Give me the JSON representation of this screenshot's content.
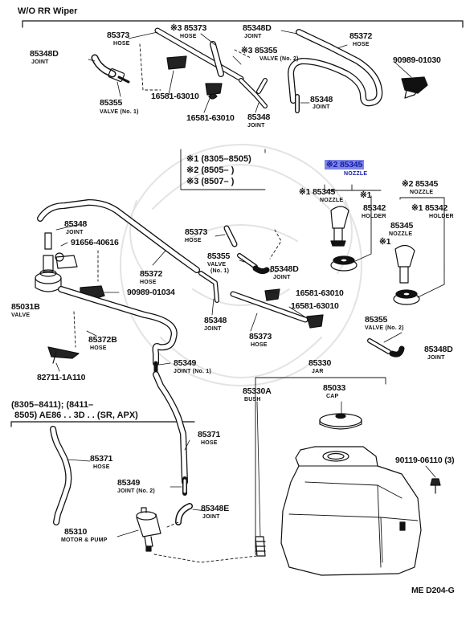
{
  "header": {
    "title": "W/O RR Wiper",
    "footer": "ME  D204-G"
  },
  "legend": {
    "l1": "※1 (8305–8505)",
    "l2": "※2 (8505–       )",
    "l3": "※3 (8507–       )"
  },
  "variant_note": {
    "line1": "(8305–8411); (8411–",
    "line2": "8505) AE86 . . 3D . . (SR, APX)"
  },
  "top": {
    "hose_85373_num": "※3 85373",
    "hose_85373_sub": "HOSE",
    "hose_85373b_num": "85373",
    "hose_85373b_sub": "HOSE",
    "joint_85348d_num": "85348D",
    "joint_85348d_sub": "JOINT",
    "joint_85348d_left_num": "85348D",
    "joint_85348d_left_sub": "JOINT",
    "valve_85355_num": "※3 85355",
    "valve_85355_sub": "VALVE (No. 2)",
    "hose_85372_num": "85372",
    "hose_85372_sub": "HOSE",
    "clip_90989": "90989-01030",
    "valve_85355_left_num": "85355",
    "valve_85355_left_sub": "VALVE (No. 1)",
    "clip_16581a": "16581-63010",
    "clip_16581b": "16581-63010",
    "joint_85348_mid_num": "85348",
    "joint_85348_mid_sub": "JOINT",
    "joint_85348_right_num": "85348",
    "joint_85348_right_sub": "JOINT"
  },
  "nozzles": {
    "hl_num": "※2 85345",
    "hl_sub": "NOZZLE",
    "n1_num": "※1 85345",
    "n1_sub": "NOZZLE",
    "n1_mark": "※1",
    "h1_num": "85342",
    "h1_sub": "HOLDER",
    "n2_num": "※2 85345",
    "n2_sub": "NOZZLE",
    "h2_num": "※1 85342",
    "h2_sub": "HOLDER",
    "n3_num": "85345",
    "n3_sub": "NOZZLE",
    "n3_mark": "※1"
  },
  "mid": {
    "joint_85348_num": "85348",
    "joint_85348_sub": "JOINT",
    "clip_91656": "91656-40616",
    "hose_85372_num": "85372",
    "hose_85372_sub": "HOSE",
    "valve_85031b_num": "85031B",
    "valve_85031b_sub": "VALVE",
    "clip_90989": "90989-01034",
    "hose_85373_num": "85373",
    "hose_85373_sub": "HOSE",
    "valve_85355_num": "85355",
    "valve_85355_sub": "VALVE",
    "valve_85355_sub2": "(No. 1)",
    "joint_85348d_num": "85348D",
    "joint_85348d_sub": "JOINT",
    "clip_16581a": "16581-63010",
    "clip_16581b": "16581-63010",
    "joint_85348b_num": "85348",
    "joint_85348b_sub": "JOINT",
    "hose_85373b_num": "85373",
    "hose_85373b_sub": "HOSE",
    "valve_85355b_num": "85355",
    "valve_85355b_sub": "VALVE (No. 2)",
    "joint_85348d_r_num": "85348D",
    "joint_85348d_r_sub": "JOINT",
    "hose_85372b_num": "85372B",
    "hose_85372b_sub": "HOSE",
    "bracket_82711": "82711-1A110",
    "joint_85349_num": "85349",
    "joint_85349_sub": "JOINT (No. 1)"
  },
  "bottom": {
    "jar_num": "85330",
    "jar_sub": "JAR",
    "bush_num": "85330A",
    "bush_sub": "BUSH",
    "cap_num": "85033",
    "cap_sub": "CAP",
    "hose_85371_num": "85371",
    "hose_85371_sub": "HOSE",
    "hose_85371b_num": "85371",
    "hose_85371b_sub": "HOSE",
    "joint_85349_num": "85349",
    "joint_85349_sub": "JOINT (No. 2)",
    "joint_85348e_num": "85348E",
    "joint_85348e_sub": "JOINT",
    "motor_num": "85310",
    "motor_sub": "MOTOR & PUMP",
    "screw": "90119-06110 (3)"
  }
}
